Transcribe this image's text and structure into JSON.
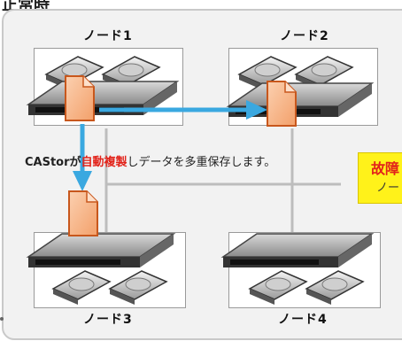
{
  "header": {
    "title": "正常時"
  },
  "nodes": {
    "node1": "ノード1",
    "node2": "ノード2",
    "node3": "ノード3",
    "node4": "ノード4"
  },
  "caption": {
    "part1": "CAStorが",
    "part2": "自動複製",
    "part3": "しデータを多重保存します。"
  },
  "callout": {
    "title": "故障",
    "subtitle": "ノー"
  },
  "colors": {
    "arrow": "#3aa8e0",
    "document": "#f6b486",
    "highlight": "#e2231a",
    "callout_bg": "#fff21a"
  }
}
